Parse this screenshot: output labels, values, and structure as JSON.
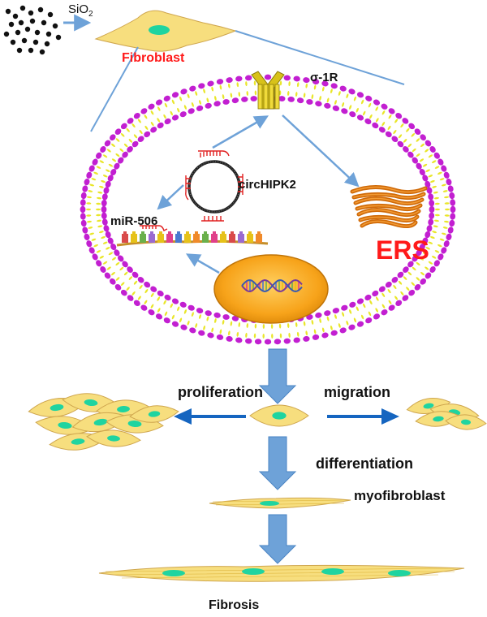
{
  "labels": {
    "sio2_main": "SiO",
    "sio2_sub": "2",
    "fibroblast": "Fibroblast",
    "sigma_receptor": "σ-1R",
    "circ_rna": "circHIPK2",
    "mirna": "miR-506",
    "ers": "ERS",
    "proliferation": "proliferation",
    "migration": "migration",
    "differentiation": "differentiation",
    "myofibroblast": "myofibroblast",
    "fibrosis": "Fibrosis"
  },
  "colors": {
    "membrane_head": "#c21fd1",
    "membrane_tail": "#e9e62a",
    "fibroblast_fill": "#f7de7e",
    "nucleus_fill": "#1fd4a0",
    "arrow_light": "#6ea2d8",
    "arrow_dark": "#1565c0",
    "label_red": "#ff1a1a",
    "receptor": "#d8c21a",
    "er": "#d06a08",
    "cell_nucleus_orange": "#f7a31a"
  },
  "icons": [
    "silica-particles",
    "sigma-1-receptor",
    "circrna-ring",
    "mirna-strand",
    "dna-helix",
    "endoplasmic-reticulum"
  ]
}
